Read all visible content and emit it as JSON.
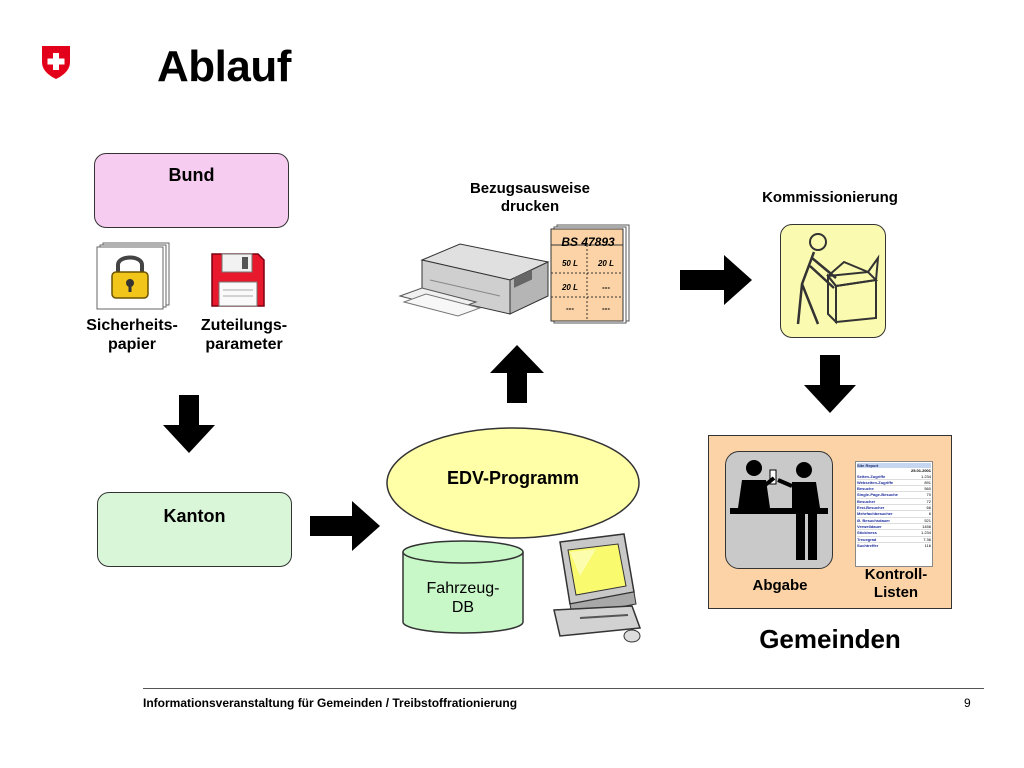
{
  "title": "Ablauf",
  "nodes": {
    "bund": "Bund",
    "kanton": "Kanton",
    "edv": "EDV-Programm",
    "db_line1": "Fahrzeug-",
    "db_line2": "DB",
    "gemeinden": "Gemeinden"
  },
  "labels": {
    "sicherheit_1": "Sicherheits-",
    "sicherheit_2": "papier",
    "zuteilung_1": "Zuteilungs-",
    "zuteilung_2": "parameter",
    "druck_1": "Bezugsausweise",
    "druck_2": "drucken",
    "kommission": "Kommissionierung",
    "abgabe": "Abgabe",
    "kontroll_1": "Kontroll-",
    "kontroll_2": "Listen"
  },
  "ticket": {
    "header": "BS 47893",
    "cells": [
      "50 L",
      "20 L",
      "20 L",
      "---",
      "---",
      "---"
    ]
  },
  "report": {
    "title": "Site Report",
    "date": "25.01.2001",
    "rows": [
      [
        "Seiten-Zugriffe",
        "1.234"
      ],
      [
        "Webseiten-Zugriffe",
        "891"
      ],
      [
        "Besuche",
        "560"
      ],
      [
        "Single-Page-Besuche",
        "70"
      ],
      [
        "Besucher",
        "72"
      ],
      [
        "Erst-Besucher",
        "66"
      ],
      [
        "Mehrfachbesucher",
        "6"
      ],
      [
        "Ø. Besuchsdauer",
        "521"
      ],
      [
        "Verweildauer",
        "1456"
      ],
      [
        "Stickiness",
        "1.234"
      ],
      [
        "Treuegrad",
        "7.36"
      ],
      [
        "Suchtreffer",
        "116"
      ]
    ]
  },
  "colors": {
    "bund": "#f6ccf0",
    "kanton": "#d9f6d9",
    "edv": "#ffffa8",
    "db": "#c8f7c8",
    "gemeinden_bg": "#fcd3a6",
    "kommission_bg": "#fafab0",
    "flag_red": "#e2001a"
  },
  "footer": {
    "text": "Informationsveranstaltung für Gemeinden /  Treibstoffrationierung",
    "page": "9"
  }
}
